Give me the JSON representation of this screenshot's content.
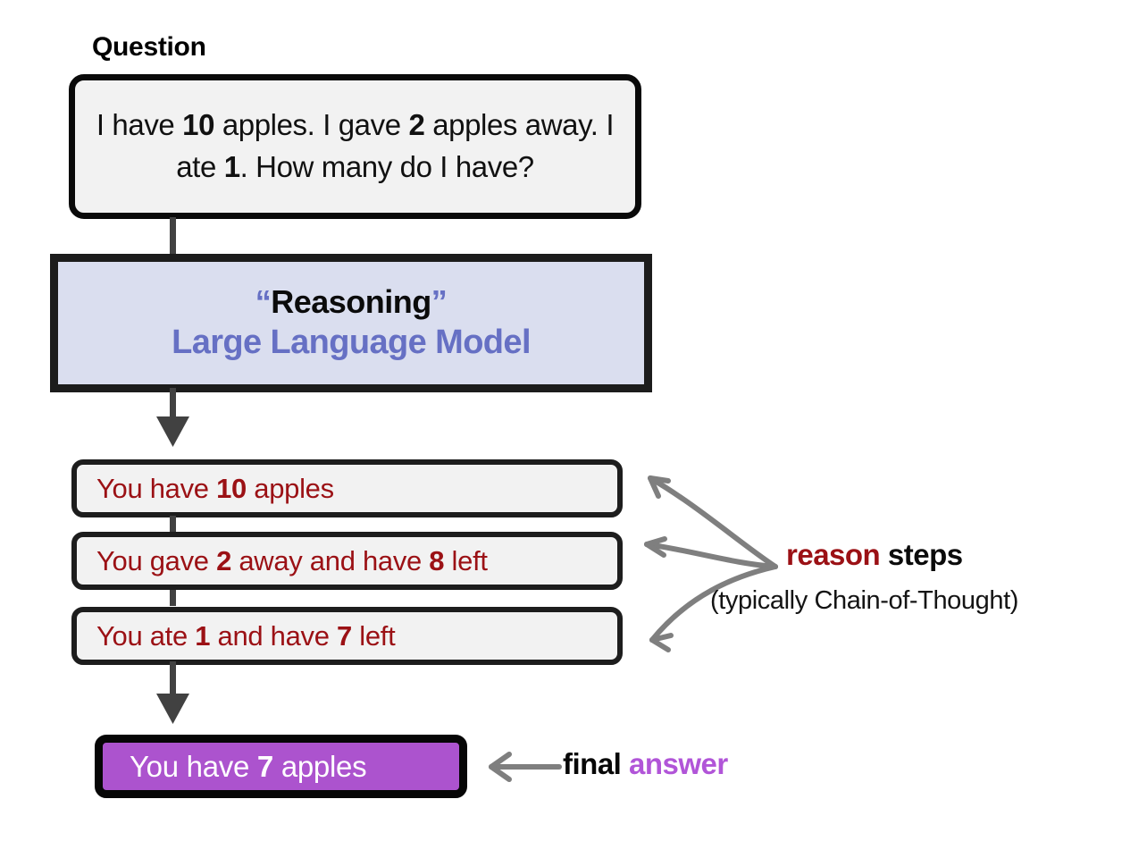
{
  "diagram": {
    "title_caption": "Question",
    "question": {
      "text_parts": [
        {
          "t": "I have ",
          "bold": false
        },
        {
          "t": "10",
          "bold": true
        },
        {
          "t": " apples. I gave ",
          "bold": false
        },
        {
          "t": "2",
          "bold": true
        },
        {
          "t": " apples away. I ate ",
          "bold": false
        },
        {
          "t": "1",
          "bold": true
        },
        {
          "t": ". How many do I have?",
          "bold": false
        }
      ],
      "plain": "I have 10 apples. I gave 2 apples away. I ate 1. How many do I have?"
    },
    "model": {
      "open_quote": "“",
      "title": "Reasoning",
      "close_quote": "”",
      "subtitle": "Large Language Model"
    },
    "reason_steps": [
      {
        "plain": "You have 10 apples",
        "parts": [
          {
            "t": "You have ",
            "bold": false
          },
          {
            "t": "10",
            "bold": true
          },
          {
            "t": " apples",
            "bold": false
          }
        ]
      },
      {
        "plain": "You gave 2 away and have 8 left",
        "parts": [
          {
            "t": "You gave ",
            "bold": false
          },
          {
            "t": "2",
            "bold": true
          },
          {
            "t": " away and have ",
            "bold": false
          },
          {
            "t": "8",
            "bold": true
          },
          {
            "t": " left",
            "bold": false
          }
        ]
      },
      {
        "plain": "You ate 1 and have 7 left",
        "parts": [
          {
            "t": "You ate ",
            "bold": false
          },
          {
            "t": "1",
            "bold": true
          },
          {
            "t": " and have ",
            "bold": false
          },
          {
            "t": "7",
            "bold": true
          },
          {
            "t": " left",
            "bold": false
          }
        ]
      }
    ],
    "annotations": {
      "reason_steps_label_kw": "reason",
      "reason_steps_label_rest": " steps",
      "reason_steps_sublabel": "(typically Chain-of-Thought)",
      "final_answer_label_kw": "final",
      "final_answer_label_rest": "answer"
    },
    "answer": {
      "plain": "You have 7 apples",
      "parts": [
        {
          "t": "You have ",
          "bold": false
        },
        {
          "t": "7",
          "bold": true
        },
        {
          "t": " apples",
          "bold": false
        }
      ]
    },
    "colors": {
      "question_box_fill": "#f2f2f2",
      "question_box_border": "#0a0a0a",
      "llm_box_fill": "#dadeef",
      "llm_box_border": "#1c1c1c",
      "llm_accent": "#6670c4",
      "step_box_fill": "#f2f2f2",
      "step_box_border": "#1d1d1d",
      "step_text": "#9b1115",
      "answer_box_fill": "#ac53ce",
      "answer_box_border": "#060606",
      "answer_text": "#ffffff",
      "answer_accent": "#b155d8",
      "arrow_dark": "#414141",
      "arrow_gray": "#7f7f7f",
      "background": "#ffffff"
    },
    "icons": {
      "flow_arrow_down": "arrow-down-icon",
      "annotation_arrow_curved": "curved-arrow-icon",
      "answer_arrow_left": "arrow-left-icon"
    }
  }
}
